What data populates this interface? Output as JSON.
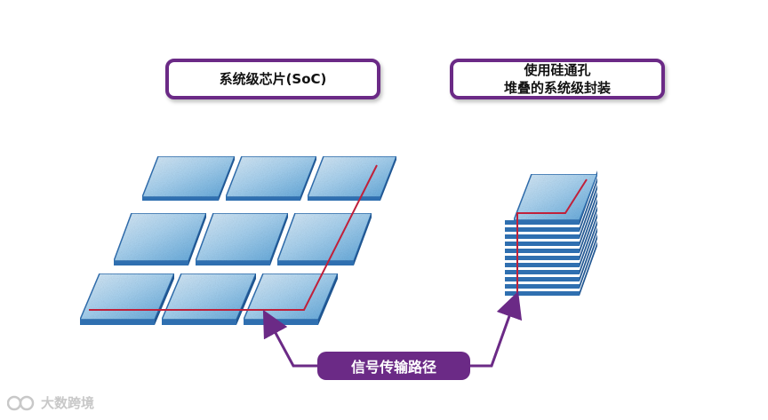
{
  "labels": {
    "soc": "系统级芯片(SoC)",
    "tsv_line1": "使用硅通孔",
    "tsv_line2": "堆叠的系统级封装"
  },
  "signal_label": "信号传输路径",
  "watermark": "大数跨境",
  "colors": {
    "accent_purple": "#6b2a86",
    "signal_red": "#c0203a",
    "tile_edge": "#2f6fb0",
    "tile_light": "#e8f3fb",
    "tile_mid": "#8fc3e8"
  }
}
